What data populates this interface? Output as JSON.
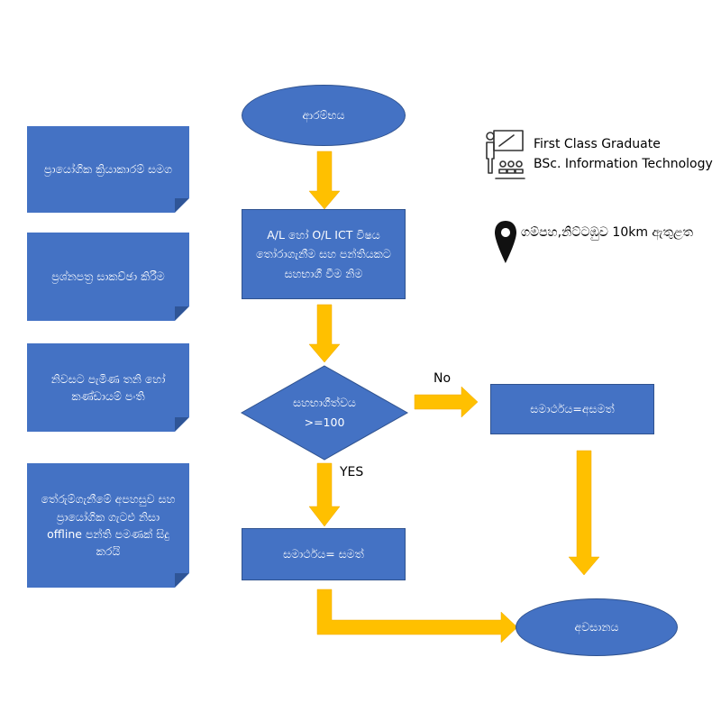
{
  "notes": [
    "ප්‍රායෝගික ක්‍රියාකාරම් සමග",
    "ප්‍රශ්නපත්‍ර සාකච්ඡා කිරීම",
    "නිවසට පැමිණ තනි හෝ\nකණ්ඩායම් පංති",
    "තේරුම්ගැනීමේ අපහසුව සහ\nප්‍රායෝගික ගැටළු නිසා\noffline පන්ති පමණක් සිදු\nකරයි"
  ],
  "flow": {
    "start": "ආරම්භය",
    "step1": "A/L හෝ O/L ICT විෂය\nතෝරාගැනීම සහ පන්තියකට\nසහභාගී වීම නිම",
    "decision_line1": "සහභාගීත්වය",
    "decision_line2": ">=100",
    "yes_label": "YES",
    "no_label": "No",
    "yes_result": "සමාර්ථය= සමත්",
    "no_result": "සමාර්ථය=අසමත්",
    "end": "අවසානය"
  },
  "profile": {
    "line1": "First Class Graduate",
    "line2": "BSc. Information Technology",
    "location": "ගම්පහ,නිට්ටඹුව 10km ඇතුළත",
    "teacher_icon": "teacher-presentation-icon",
    "location_icon": "map-pin-icon"
  },
  "colors": {
    "shape_fill": "#4472c4",
    "shape_border": "#2f528f",
    "arrow": "#ffc000"
  }
}
